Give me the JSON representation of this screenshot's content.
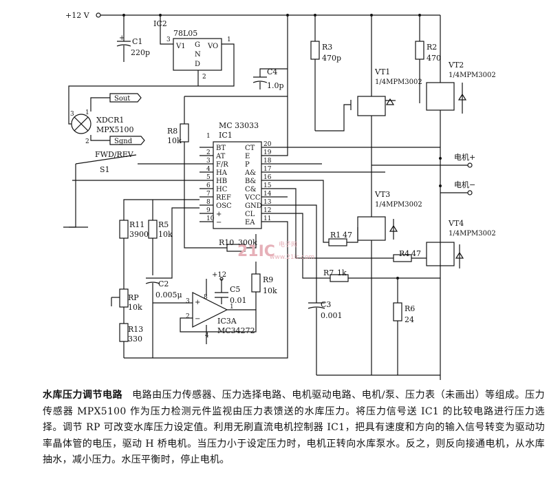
{
  "supply": "+12 V",
  "ic2": {
    "ref": "IC2",
    "part": "78L05",
    "pin_v1": "V1",
    "pin_vo": "VO",
    "gnd_g": "G",
    "gnd_n": "N",
    "gnd_d": "D",
    "pin3": "3",
    "pin1": "1",
    "pin2": "2"
  },
  "c1": {
    "ref": "C1",
    "value": "220p"
  },
  "c4": {
    "ref": "C4",
    "value": "1.0p"
  },
  "r3": {
    "ref": "R3",
    "value": "470p"
  },
  "r2": {
    "ref": "R2",
    "value": "470"
  },
  "vt1": {
    "ref": "VT1",
    "part": "1/4MPM3002"
  },
  "vt2": {
    "ref": "VT2",
    "part": "1/4MPM3002"
  },
  "vt3": {
    "ref": "VT3",
    "part": "1/4MPM3002"
  },
  "vt4": {
    "ref": "VT4",
    "part": "1/4MPM3002"
  },
  "sensor": {
    "ref": "XDCR1",
    "part": "MPX5100",
    "sout": "Sout",
    "sgnd": "Sgnd",
    "pin3": "3",
    "pin1": "1",
    "pin2": "2"
  },
  "switch": {
    "label": "FWD/REV",
    "ref": "S1"
  },
  "r8": {
    "ref": "R8",
    "value": "10k"
  },
  "ic1": {
    "part": "MC 33033",
    "ref": "IC1",
    "left_pins": [
      "BT",
      "AT",
      "F/R",
      "HA",
      "HB",
      "HC",
      "REF",
      "OSC",
      "+",
      "−"
    ],
    "left_nums": [
      "2",
      "3",
      "4",
      "5",
      "6",
      "7",
      "8",
      "9",
      "10"
    ],
    "right_pins": [
      "CT",
      "E",
      "P",
      "A&",
      "B&",
      "C&",
      "VCC",
      "GND",
      "CL",
      "EA"
    ],
    "right_nums": [
      "20",
      "19",
      "18",
      "17",
      "16",
      "15",
      "14",
      "13",
      "12",
      "11"
    ],
    "pin1": "1"
  },
  "motor_plus": "电机+",
  "motor_minus": "电机−",
  "r11": {
    "ref": "R11",
    "value": "3900"
  },
  "r5": {
    "ref": "R5",
    "value": "10k"
  },
  "r10": {
    "ref": "R10",
    "value": "300k"
  },
  "r1": {
    "ref": "R1",
    "value": "47"
  },
  "r4": {
    "ref": "R4",
    "value": "47"
  },
  "r7": {
    "ref": "R7",
    "value": "1k"
  },
  "c2": {
    "ref": "C2",
    "value": "0.005μ"
  },
  "c5": {
    "ref": "C5",
    "value": "0.01"
  },
  "r9": {
    "ref": "R9",
    "value": "10k"
  },
  "opamp": {
    "ref": "IC3A",
    "part": "MC34272",
    "vplus": "+12",
    "pin3": "3",
    "pin2": "2",
    "pin8": "8",
    "pin1": "1",
    "pin4": "4"
  },
  "rp": {
    "ref": "RP",
    "value": "10k"
  },
  "r13": {
    "ref": "R13",
    "value": "330"
  },
  "c3": {
    "ref": "C3",
    "value": "0.001"
  },
  "r6": {
    "ref": "R6",
    "value": "24"
  },
  "watermark": {
    "main": "21IC",
    "sub": "电子网",
    "url": "www.21ic.com"
  },
  "caption": {
    "title": "水库压力调节电路",
    "body": "电路由压力传感器、压力选择电路、电机驱动电路、电机/泵、压力表（未画出）等组成。压力传感器 MPX5100 作为压力检测元件监视由压力表馈送的水库压力。将压力信号送 IC1 的比较电路进行压力选择。调节 RP 可改变水库压力设定值。利用无刷直流电机控制器 IC1，把具有速度和方向的输入信号转变为驱动功率晶体管的电压，驱动 H 桥电机。当压力小于设定压力时，电机正转向水库泵水。反之，则反向接通电机，从水库抽水，减小压力。水压平衡时，停止电机。"
  }
}
